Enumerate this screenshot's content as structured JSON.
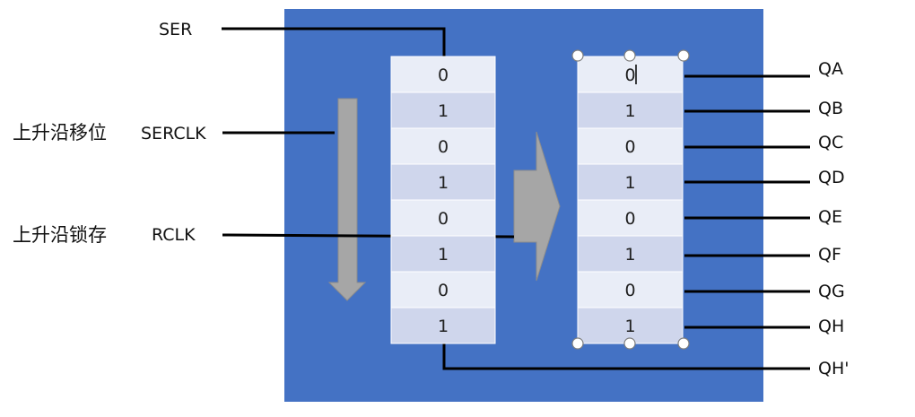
{
  "colors": {
    "board": "#4472c4",
    "cell_light": "#e9edf7",
    "cell_dark": "#cfd6ec",
    "arrow": "#a6a6a6",
    "wire": "#000000",
    "handle_fill": "#ffffff",
    "handle_stroke": "#7f7f7f"
  },
  "inputs": {
    "ser": "SER",
    "serclk": "SERCLK",
    "rclk": "RCLK"
  },
  "annotations": {
    "shift_edge": "上升沿移位",
    "latch_edge": "上升沿锁存"
  },
  "shift_register": {
    "bits": [
      "0",
      "1",
      "0",
      "1",
      "0",
      "1",
      "0",
      "1"
    ]
  },
  "storage_register": {
    "bits": [
      "0",
      "1",
      "0",
      "1",
      "0",
      "1",
      "0",
      "1"
    ]
  },
  "outputs": [
    "QA",
    "QB",
    "QC",
    "QD",
    "QE",
    "QF",
    "QG",
    "QH"
  ],
  "serial_out": "QH'",
  "icons": {
    "shift_arrow": "down-arrow-icon",
    "latch_arrow": "right-arrow-icon"
  }
}
